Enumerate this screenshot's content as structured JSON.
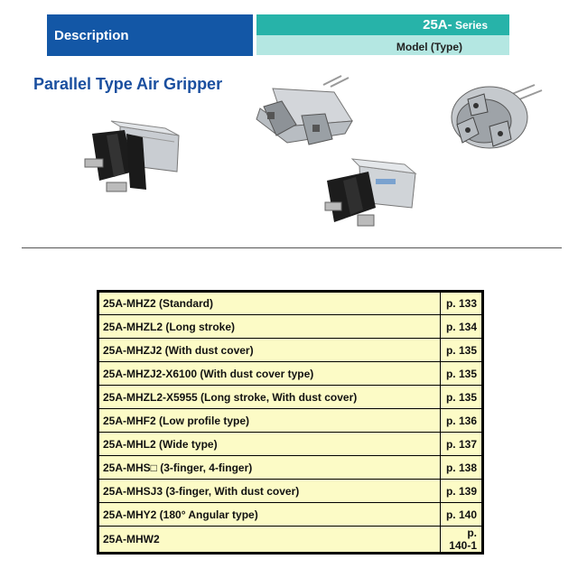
{
  "header": {
    "description_label": "Description",
    "series_main": "25A-",
    "series_small": " Series",
    "model_label": "Model (Type)"
  },
  "title": "Parallel Type Air Gripper",
  "toc": [
    {
      "model": "25A-MHZ2 (Standard)",
      "page": "p. 133"
    },
    {
      "model": "25A-MHZL2 (Long stroke)",
      "page": "p. 134"
    },
    {
      "model": "25A-MHZJ2 (With dust cover)",
      "page": "p. 135"
    },
    {
      "model": "25A-MHZJ2-X6100 (With dust cover type)",
      "page": "p. 135"
    },
    {
      "model": "25A-MHZL2-X5955 (Long stroke, With dust cover)",
      "page": "p. 135"
    },
    {
      "model": "25A-MHF2 (Low profile type)",
      "page": "p. 136"
    },
    {
      "model": "25A-MHL2 (Wide type)",
      "page": "p. 137"
    },
    {
      "model": "25A-MHS□ (3-finger, 4-finger)",
      "page": "p. 138"
    },
    {
      "model": "25A-MHSJ3 (3-finger, With dust cover)",
      "page": "p. 139"
    },
    {
      "model": "25A-MHY2 (180° Angular type)",
      "page": "p. 140"
    },
    {
      "model": "25A-MHW2",
      "page": "p. 140-1"
    }
  ],
  "colors": {
    "header_blue": "#1357a6",
    "header_teal": "#27b3a9",
    "header_teal_light": "#b4e7e2",
    "title_blue": "#1a4f9f",
    "table_fill": "#fcfbc6"
  }
}
